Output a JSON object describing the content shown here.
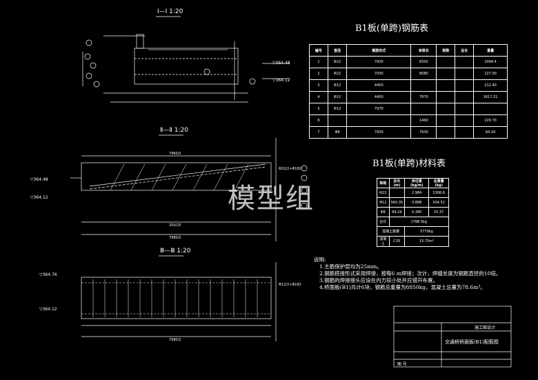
{
  "sections": {
    "sec1": "I—I 1:20",
    "sec2": "Ⅱ—Ⅱ 1:20",
    "sec3": "Ⅲ—Ⅲ 1:20"
  },
  "elevations": {
    "e1_top": "▽364.48",
    "e1_bot": "▽364.12",
    "e2_top": "▽364.48",
    "e2_bot": "▽364.12",
    "e3_top": "▽364.76",
    "e3_bot": "▽364.12"
  },
  "rebar_table": {
    "title": "B1板(单跨)钢筋表",
    "headers": [
      "编号",
      "直径",
      "钢筋形式",
      "单根长",
      "根数",
      "总长",
      "重量"
    ],
    "rows": [
      {
        "no": "1",
        "dia": "Φ22",
        "len": "8350",
        "n": "",
        "total": "",
        "wt": "2094.4"
      },
      {
        "no": "2",
        "dia": "Φ22",
        "len": "8080",
        "n": "",
        "total": "",
        "wt": "127.00"
      },
      {
        "no": "3",
        "dia": "Φ12",
        "len": "",
        "n": "",
        "total": "",
        "wt": "212.40"
      },
      {
        "no": "4",
        "dia": "Φ12",
        "len": "7970",
        "n": "",
        "total": "",
        "wt": "1617.21"
      },
      {
        "no": "5",
        "dia": "Φ12",
        "len": "",
        "n": "",
        "total": "",
        "wt": ""
      },
      {
        "no": "6",
        "dia": "",
        "len": "1460",
        "n": "",
        "total": "",
        "wt": "229.70"
      },
      {
        "no": "7",
        "dia": "Φ8",
        "len": "7930",
        "n": "",
        "total": "",
        "wt": "64.24"
      }
    ],
    "shape_labels": [
      "7930",
      "7930",
      "4450",
      "4450",
      "7970",
      "7930"
    ]
  },
  "material_table": {
    "title": "B1板(单跨)材料表",
    "headers": [
      "规格",
      "总长(m)",
      "单位重(kg/m)",
      "总重量(kg)"
    ],
    "rows": [
      [
        "Φ22",
        "",
        "2.984",
        "1308.6"
      ],
      [
        "Φ12",
        "560.35",
        "0.888",
        "504.52"
      ],
      [
        "Φ8",
        "64.24",
        "0.395",
        "25.37"
      ]
    ],
    "total_label": "合计",
    "total_value": "1788.5kg",
    "summary_label": "混凝土数量",
    "summary_value": "5770kg",
    "concrete_label": "混凝土",
    "concrete_grade": "C35",
    "concrete_value": "15.75m³"
  },
  "notes": {
    "heading": "说明:",
    "items": [
      "1.主筋保护层均为25mm。",
      "2.钢筋搭接形式采用焊接，按每6 m焊接；次计，焊缝长度为钢筋直径的10倍。",
      "3.钢筋的焊接接头应设在内力较小处并应错开布置。",
      "4.桥面板(B1)共计6块，钢筋总重量为8850kg，混凝土总量为78.6m³。"
    ]
  },
  "title_block": {
    "company": "施工图设计",
    "drawing_title": "交通桥桥面板(B1)配筋图",
    "sheet_label": "图 号"
  },
  "dims": {
    "d1": "7960/2",
    "d2": "7980/2",
    "d3": "250/25",
    "d4": "7980/2",
    "rebar_label1": "Φ22/2+Φ182",
    "rebar_label2": "Φ12/2+Φ182"
  },
  "watermark": "模型组"
}
